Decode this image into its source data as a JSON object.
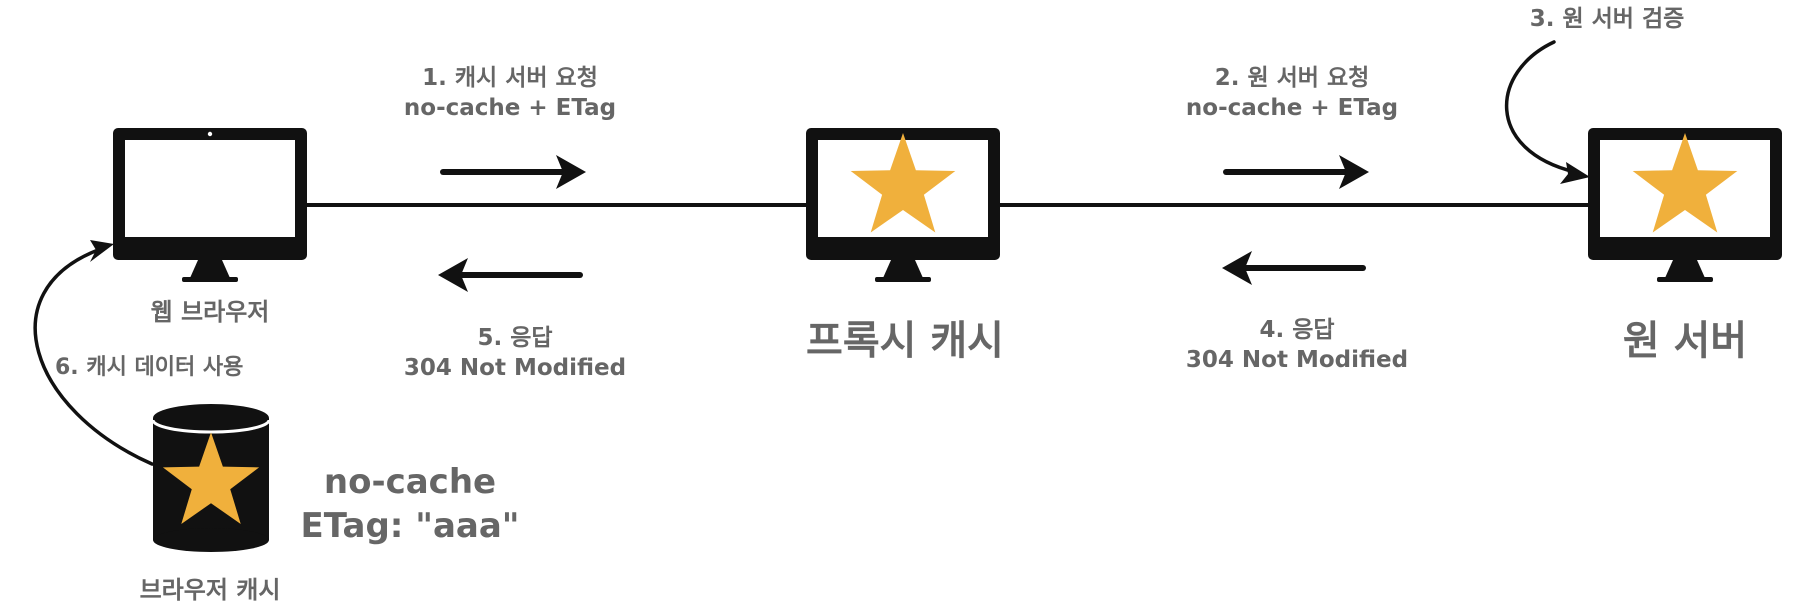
{
  "colors": {
    "ink": "#111111",
    "star": "#f0b03c",
    "text": "#666666"
  },
  "nodes": {
    "browser": {
      "label": "웹 브라우저"
    },
    "proxy": {
      "label": "프록시 캐시"
    },
    "origin": {
      "label": "원 서버"
    },
    "browser_cache": {
      "label": "브라우저 캐시"
    }
  },
  "steps": {
    "s1": {
      "title": "1. 캐시 서버 요청",
      "detail": "no-cache + ETag"
    },
    "s2": {
      "title": "2. 원 서버 요청",
      "detail": "no-cache + ETag"
    },
    "s3": {
      "title": "3. 원 서버 검증"
    },
    "s4": {
      "title": "4. 응답",
      "detail": "304 Not Modified"
    },
    "s5": {
      "title": "5. 응답",
      "detail": "304 Not Modified"
    },
    "s6": {
      "title": "6. 캐시 데이터 사용"
    }
  },
  "cache_note": {
    "line1": "no-cache",
    "line2": "ETag: \"aaa\""
  }
}
